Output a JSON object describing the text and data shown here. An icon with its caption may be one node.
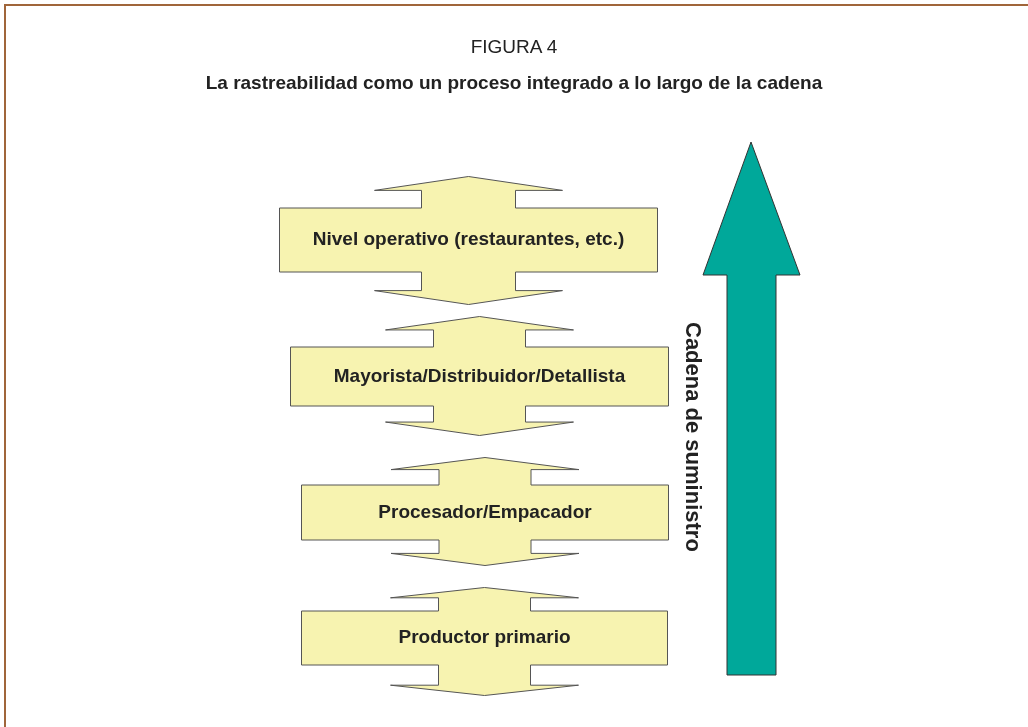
{
  "diagram": {
    "title": "La rastreabilidad como un proceso integrado a lo largo de la cadena",
    "nodes": [
      {
        "text": [
          "Nivel operativo (restaurantes, etc.)"
        ]
      },
      {
        "text": [
          "Mayorista/Distribuidor/Detallista"
        ]
      },
      {
        "text": [
          "Procesador/Empacador"
        ]
      },
      {
        "text": [
          "Productor primario"
        ]
      }
    ],
    "edges": [],
    "labels": [
      "FIGURA 4",
      "Cadena de suministro"
    ]
  }
}
